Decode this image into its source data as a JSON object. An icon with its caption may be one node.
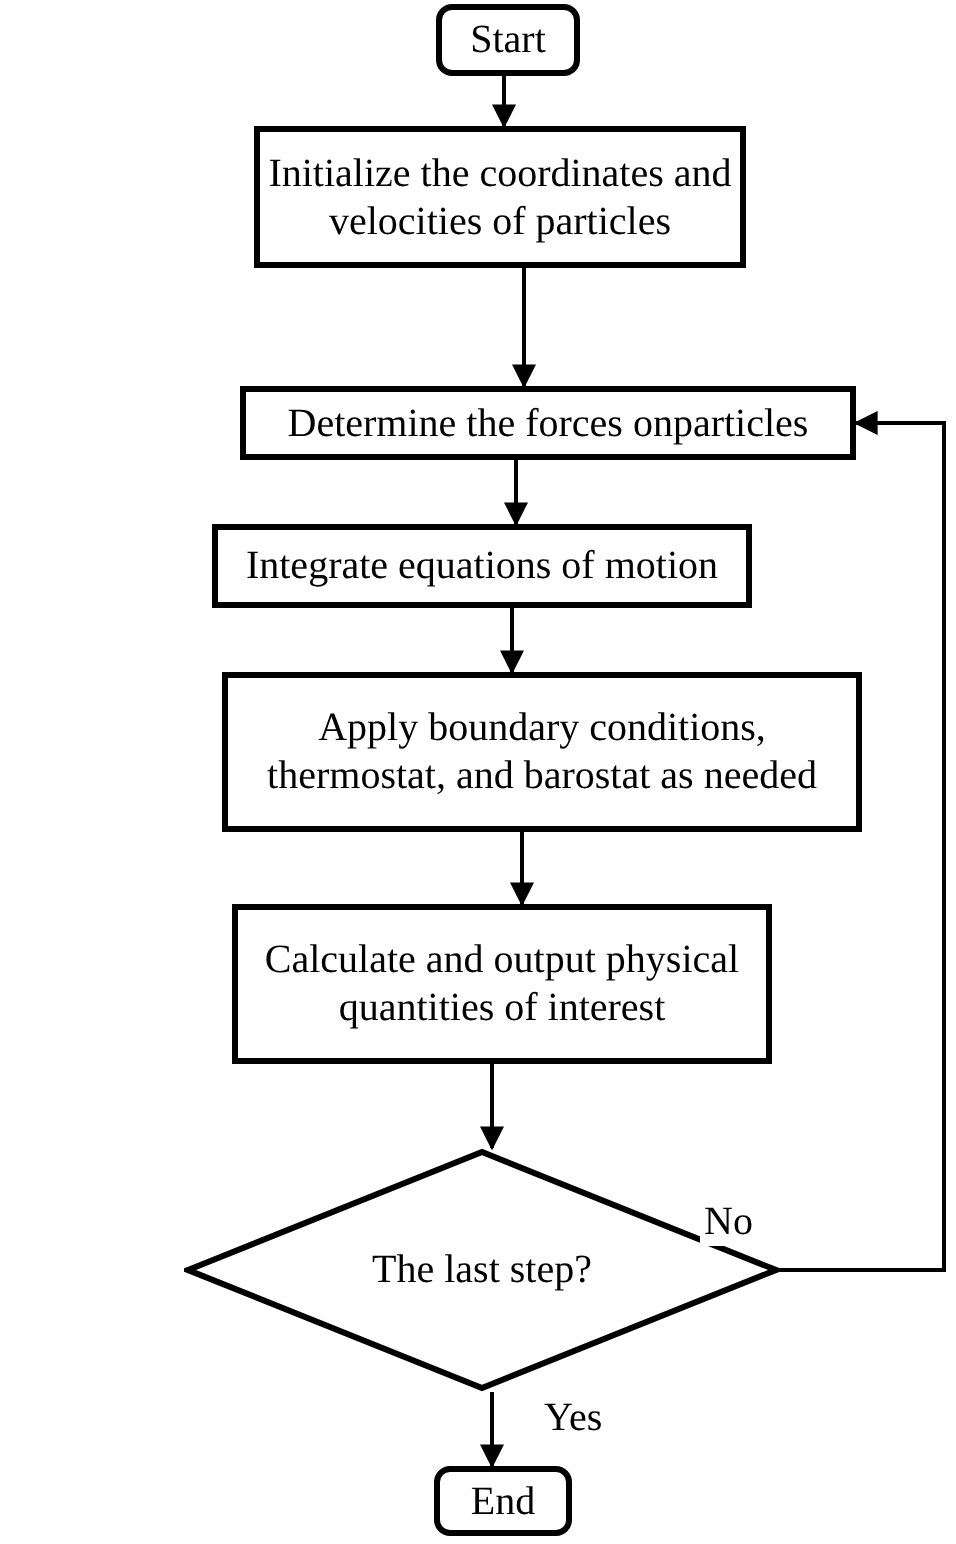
{
  "diagram": {
    "nodes": [
      {
        "text": [
          "Start"
        ]
      },
      {
        "text": [
          "Initialize the coordinates and velocities of particles"
        ]
      },
      {
        "text": [
          "Determine the forces onparticles"
        ]
      },
      {
        "text": [
          "Integrate equations of motion"
        ]
      },
      {
        "text": [
          "Apply boundary conditions, thermostat, and barostat as needed"
        ]
      },
      {
        "text": [
          "Calculate and output physical quantities of interest"
        ]
      },
      {
        "text": [
          "The last step?"
        ]
      },
      {
        "text": [
          "End"
        ]
      }
    ],
    "edges": [
      {
        "from": 0,
        "to": 1,
        "arrow": "to"
      },
      {
        "from": 1,
        "to": 2,
        "arrow": "to"
      },
      {
        "from": 2,
        "to": 3,
        "arrow": "to"
      },
      {
        "from": 3,
        "to": 4,
        "arrow": "to"
      },
      {
        "from": 4,
        "to": 5,
        "arrow": "to"
      },
      {
        "from": 5,
        "to": 6,
        "arrow": "to"
      },
      {
        "from": 6,
        "to": 2,
        "label": "No",
        "arrow": "to"
      },
      {
        "from": 6,
        "to": 7,
        "label": "Yes",
        "arrow": "to"
      }
    ]
  }
}
